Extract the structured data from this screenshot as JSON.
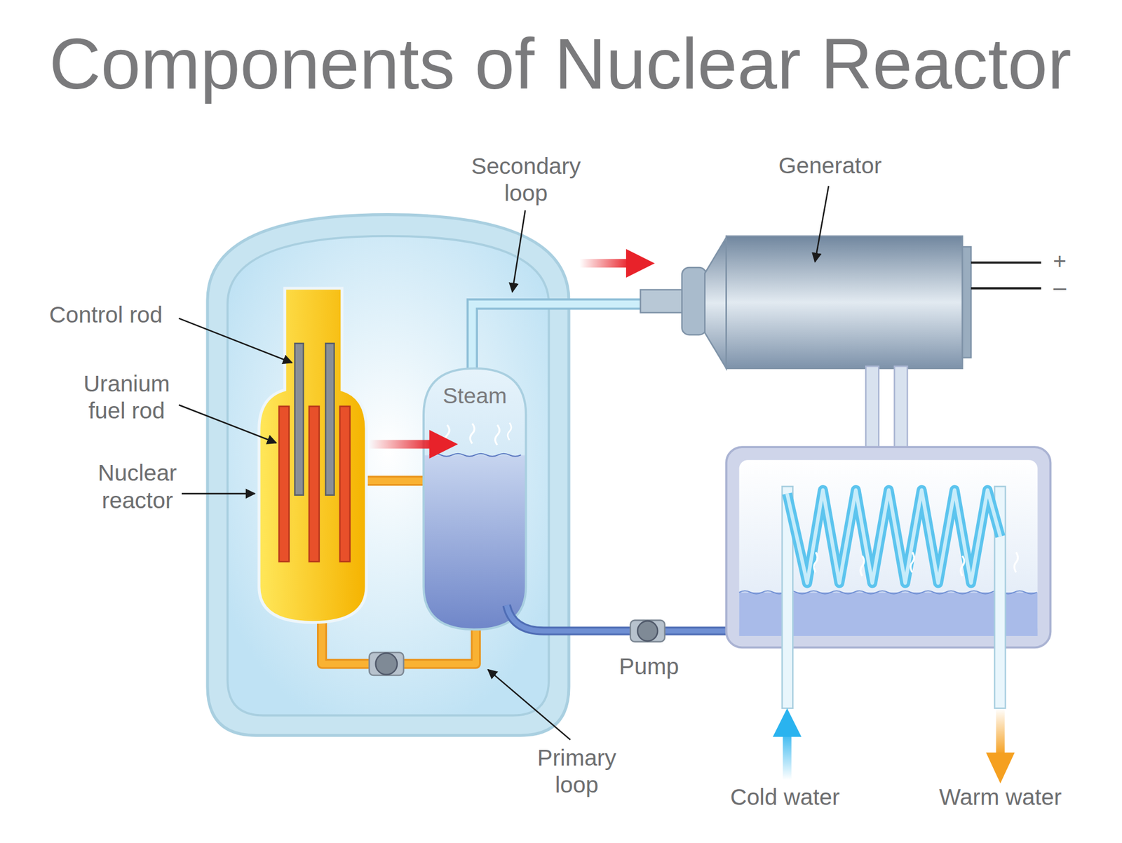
{
  "diagram": {
    "title": "Components of Nuclear Reactor",
    "nodes": [
      {
        "text": [
          "Steam"
        ]
      }
    ],
    "labels": [
      "Secondary loop",
      "Generator",
      "+",
      "–",
      "Control rod",
      "Uranium fuel rod",
      "Nuclear reactor",
      "Pump",
      "Primary loop",
      "Cold water",
      "Warm water"
    ]
  }
}
